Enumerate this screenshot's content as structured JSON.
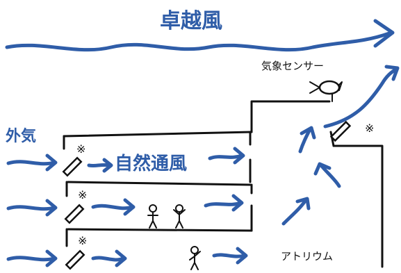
{
  "labels": {
    "top_wind": "卓越風",
    "outside_air": "外気",
    "natural_ventilation": "自然通風",
    "weather_sensor": "気象センサー",
    "atrium": "アトリウム",
    "note_mark": "※"
  },
  "colors": {
    "flow": "#2f5da8",
    "ink": "#111111"
  },
  "icons": [
    "wind-arrow-icon",
    "weather-sensor-icon",
    "person-icon",
    "window-vent-icon"
  ]
}
